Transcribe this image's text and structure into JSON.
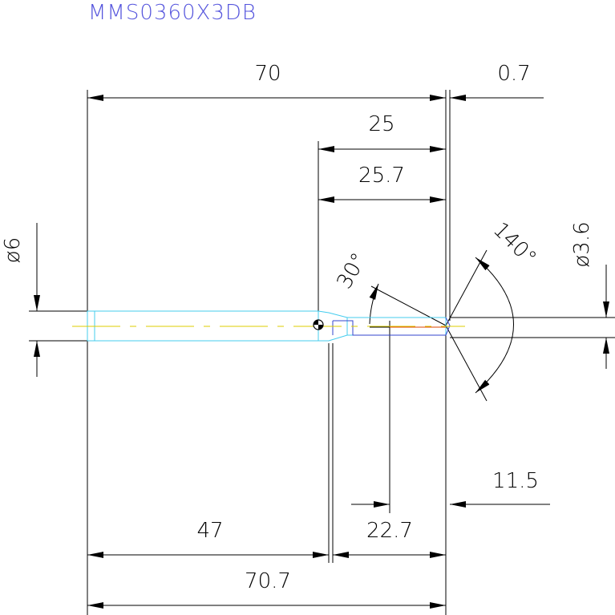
{
  "title": "MMS0360X3DB",
  "colors": {
    "title": "#5555dd",
    "line": "#000000",
    "outline": "#44ccee",
    "center_line": "#ddcc00",
    "accent": "#dd4400",
    "inner": "#3344cc"
  },
  "dimensions": {
    "overall_length": "70",
    "tip_offset": "0.7",
    "flute_length": "25",
    "flute_total": "25.7",
    "shank_dia": "ø6",
    "tip_dia": "ø3.6",
    "point_angle": "140°",
    "chamfer_angle": "30°",
    "tip_section": "11.5",
    "shank_length": "47",
    "neck_length": "22.7",
    "total_length": "70.7"
  }
}
